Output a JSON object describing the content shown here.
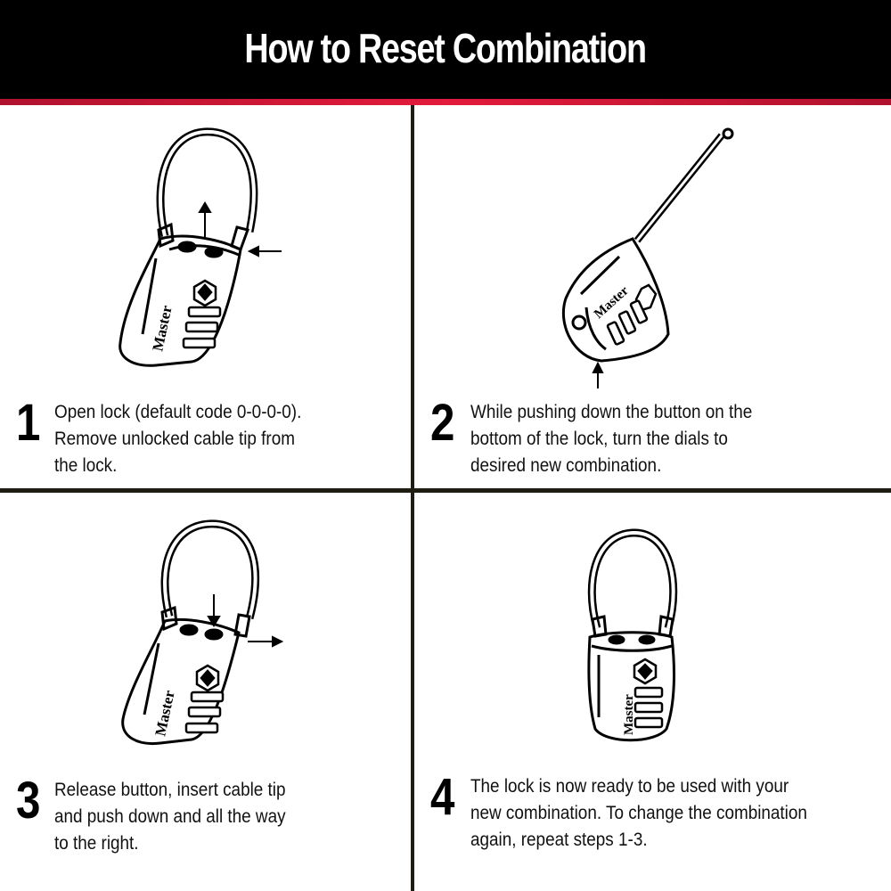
{
  "header": {
    "title": "How to Reset Combination",
    "background": "#000000",
    "accent_stripe": "#e31b3c"
  },
  "lock_brand": "Master",
  "steps": [
    {
      "number": "1",
      "lines": [
        "Open lock (default code 0-0-0-0).",
        "Remove unlocked cable tip from",
        "the lock."
      ],
      "illustration": "lock-cable-open-arrows-up-left"
    },
    {
      "number": "2",
      "lines": [
        "While pushing down the button on the",
        "bottom of the lock, turn the dials to",
        "desired new combination."
      ],
      "illustration": "lock-tilted-button-arrow-up"
    },
    {
      "number": "3",
      "lines": [
        "Release button, insert cable tip",
        "and push down and all the way",
        "to the right."
      ],
      "illustration": "lock-cable-insert-arrows-down-right"
    },
    {
      "number": "4",
      "lines": [
        "The lock is now ready to be used with your",
        "new combination. To change the combination",
        "again, repeat steps 1-3."
      ],
      "illustration": "lock-closed"
    }
  ]
}
